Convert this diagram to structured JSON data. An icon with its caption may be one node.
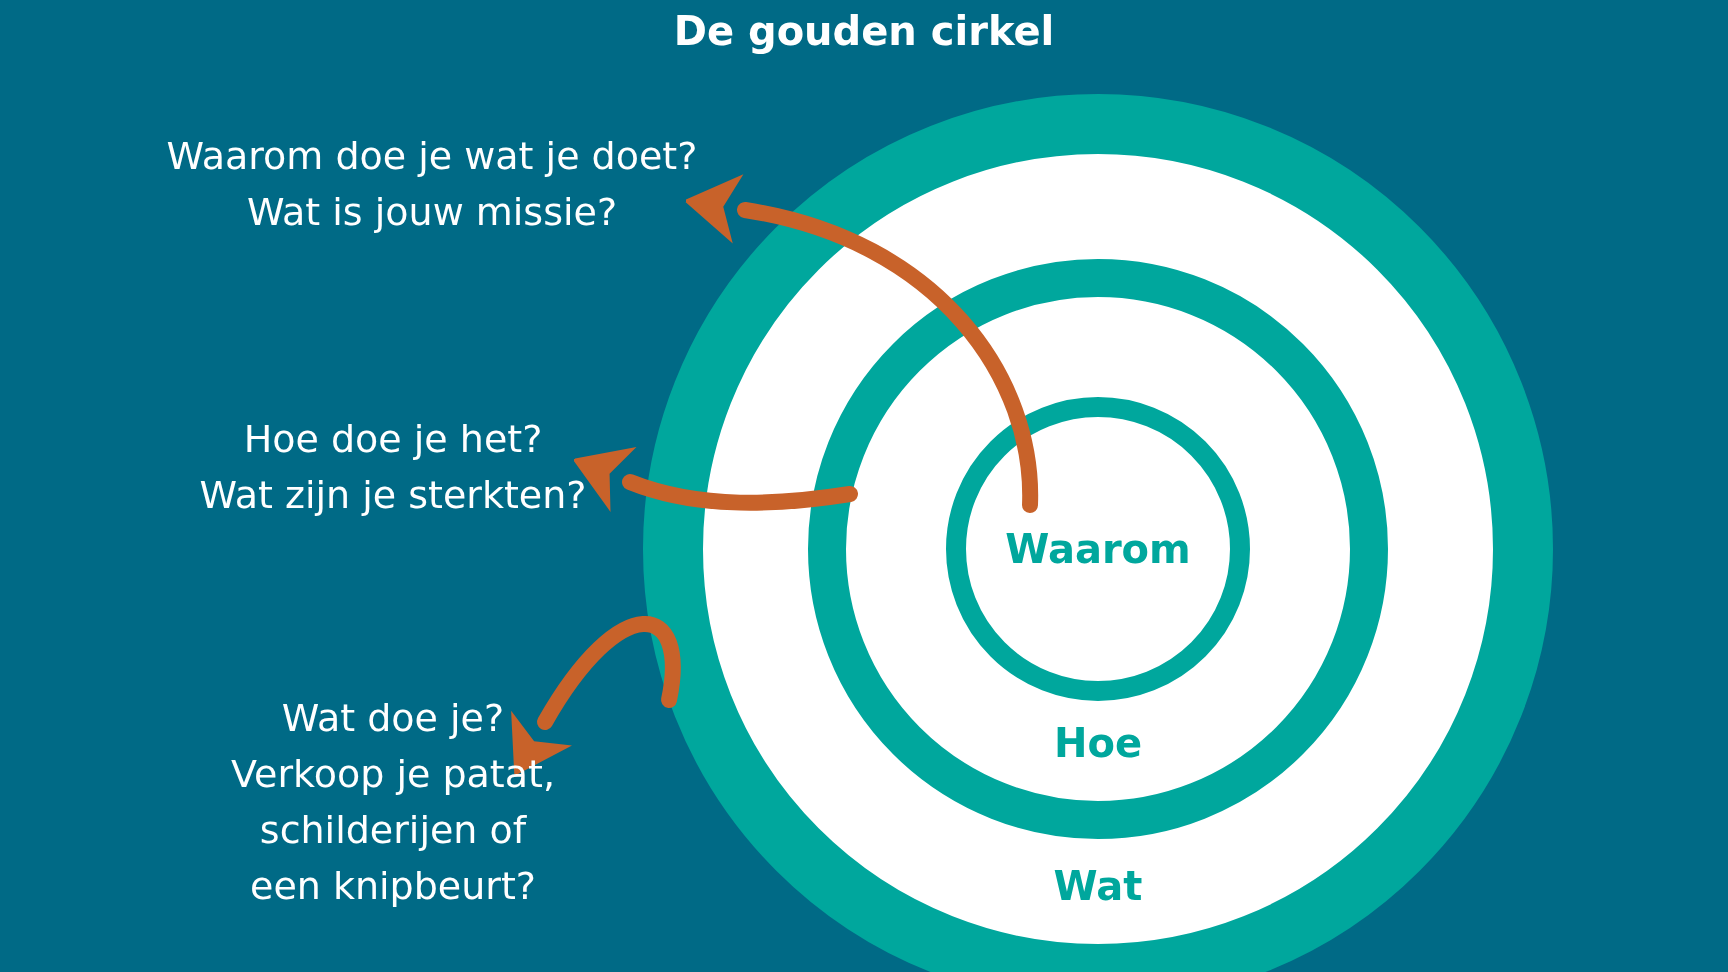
{
  "diagram": {
    "title": "De gouden cirkel",
    "nodes": [
      {
        "text": [
          "Wat"
        ]
      },
      {
        "text": [
          "Hoe"
        ],
        "in": 0
      },
      {
        "text": [
          "Waarom"
        ],
        "in": 1
      },
      {
        "text": [
          "Waarom doe je wat je doet?",
          "Wat is jouw missie?"
        ]
      },
      {
        "text": [
          "Hoe doe je het?",
          "Wat zijn je sterkten?"
        ]
      },
      {
        "text": [
          "Wat doe je?",
          "Verkoop je patat, schilderijen of een knipbeurt?"
        ]
      }
    ],
    "edges": [
      {
        "from": 2,
        "to": 3,
        "arrow": "to"
      },
      {
        "from": 1,
        "to": 4,
        "arrow": "to"
      },
      {
        "from": 0,
        "to": 5,
        "arrow": "to"
      }
    ]
  }
}
